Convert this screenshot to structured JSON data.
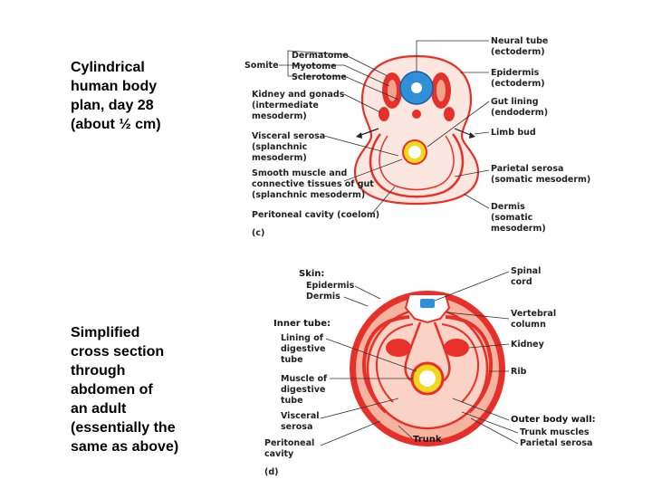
{
  "captions": {
    "top": [
      "Cylindrical",
      "human body",
      "plan, day 28",
      "(about ½ cm)"
    ],
    "bottom": [
      "Simplified",
      "cross section",
      "through",
      "abdomen of",
      "an adult",
      "(essentially the",
      "same as above)"
    ]
  },
  "diagram_c": {
    "panel_label": "(c)",
    "left_labels": {
      "somite": "Somite",
      "dermatome": "Dermatome",
      "myotome": "Myotome",
      "sclerotome": "Sclerotome",
      "kidney": [
        "Kidney and gonads",
        "(intermediate",
        "mesoderm)"
      ],
      "visceral_serosa": [
        "Visceral serosa",
        "(splanchnic",
        "mesoderm)"
      ],
      "smooth_muscle": [
        "Smooth muscle and",
        "connective tissues of gut",
        "(splanchnic mesoderm)"
      ],
      "peritoneal_cavity": "Peritoneal cavity (coelom)"
    },
    "right_labels": {
      "neural_tube": [
        "Neural tube",
        "(ectoderm)"
      ],
      "epidermis": [
        "Epidermis",
        "(ectoderm)"
      ],
      "gut_lining": [
        "Gut lining",
        "(endoderm)"
      ],
      "limb_bud": "Limb bud",
      "parietal_serosa": [
        "Parietal serosa",
        "(somatic mesoderm)"
      ],
      "dermis": [
        "Dermis",
        "(somatic",
        "mesoderm)"
      ]
    }
  },
  "diagram_d": {
    "panel_label": "(d)",
    "trunk": "Trunk",
    "left_labels": {
      "skin": "Skin:",
      "epidermis": "Epidermis",
      "dermis": "Dermis",
      "inner_tube": "Inner tube:",
      "lining": [
        "Lining of",
        "digestive",
        "tube"
      ],
      "muscle": [
        "Muscle of",
        "digestive",
        "tube"
      ],
      "visceral_serosa": [
        "Visceral",
        "serosa"
      ],
      "peritoneal_cavity": [
        "Peritoneal",
        "cavity"
      ]
    },
    "right_labels": {
      "spinal_cord": [
        "Spinal",
        "cord"
      ],
      "vertebral_column": [
        "Vertebral",
        "column"
      ],
      "kidney": "Kidney",
      "rib": "Rib",
      "outer_body_wall": "Outer body wall:",
      "trunk_muscles": "Trunk muscles",
      "parietal_serosa": "Parietal serosa"
    }
  },
  "colors": {
    "red": "#e8302a",
    "salmon": "#f4a28c",
    "blue": "#2f8fd8",
    "yellow": "#f2d81c"
  }
}
